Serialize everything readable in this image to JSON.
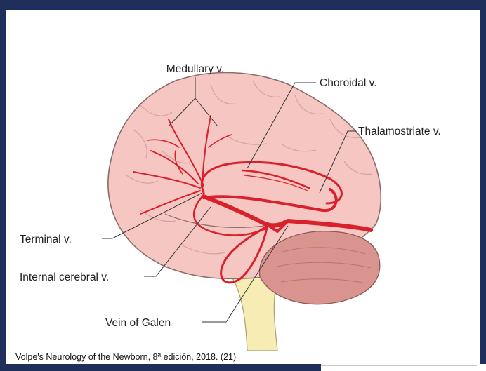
{
  "labels": {
    "medullary": "Medullary v.",
    "choroidal": "Choroidal v.",
    "thalamostriate": "Thalamostriate v.",
    "terminal": "Terminal v.",
    "internal_cerebral": "Internal cerebral v.",
    "galen": "Vein of Galen"
  },
  "citation": "Volpe's Neurology of the Newborn, 8ª edición, 2018. (21)",
  "colors": {
    "frame": "#1e2f5b",
    "brain": "#f6c6c2",
    "brain_outline": "#8a6c6a",
    "cerebellum": "#d9948f",
    "brainstem": "#f6ecb4",
    "vein": "#d9212b"
  }
}
